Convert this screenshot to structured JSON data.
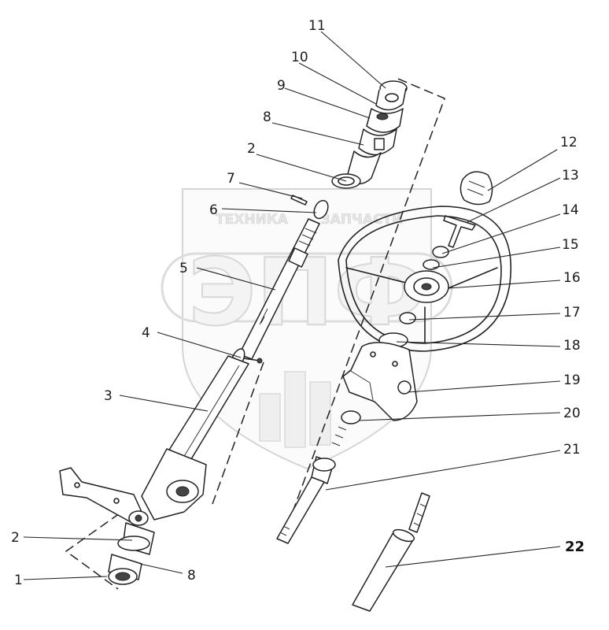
{
  "watermark": {
    "logo_text": "ЭПФ",
    "caption_left": "ТЕХНИКА",
    "caption_right": "ЗАПЧАСТИ"
  },
  "callouts": [
    {
      "id": "c1",
      "text": "1"
    },
    {
      "id": "c2a",
      "text": "2"
    },
    {
      "id": "c2b",
      "text": "2"
    },
    {
      "id": "c3",
      "text": "3"
    },
    {
      "id": "c4",
      "text": "4"
    },
    {
      "id": "c5",
      "text": "5"
    },
    {
      "id": "c6",
      "text": "6"
    },
    {
      "id": "c7",
      "text": "7"
    },
    {
      "id": "c8a",
      "text": "8"
    },
    {
      "id": "c8b",
      "text": "8"
    },
    {
      "id": "c9",
      "text": "9"
    },
    {
      "id": "c10",
      "text": "10"
    },
    {
      "id": "c11",
      "text": "11"
    },
    {
      "id": "c12",
      "text": "12"
    },
    {
      "id": "c13",
      "text": "13"
    },
    {
      "id": "c14",
      "text": "14"
    },
    {
      "id": "c15",
      "text": "15"
    },
    {
      "id": "c16",
      "text": "16"
    },
    {
      "id": "c17",
      "text": "17"
    },
    {
      "id": "c18",
      "text": "18"
    },
    {
      "id": "c19",
      "text": "19"
    },
    {
      "id": "c20",
      "text": "20"
    },
    {
      "id": "c21",
      "text": "21"
    },
    {
      "id": "c22",
      "text": "22"
    }
  ]
}
